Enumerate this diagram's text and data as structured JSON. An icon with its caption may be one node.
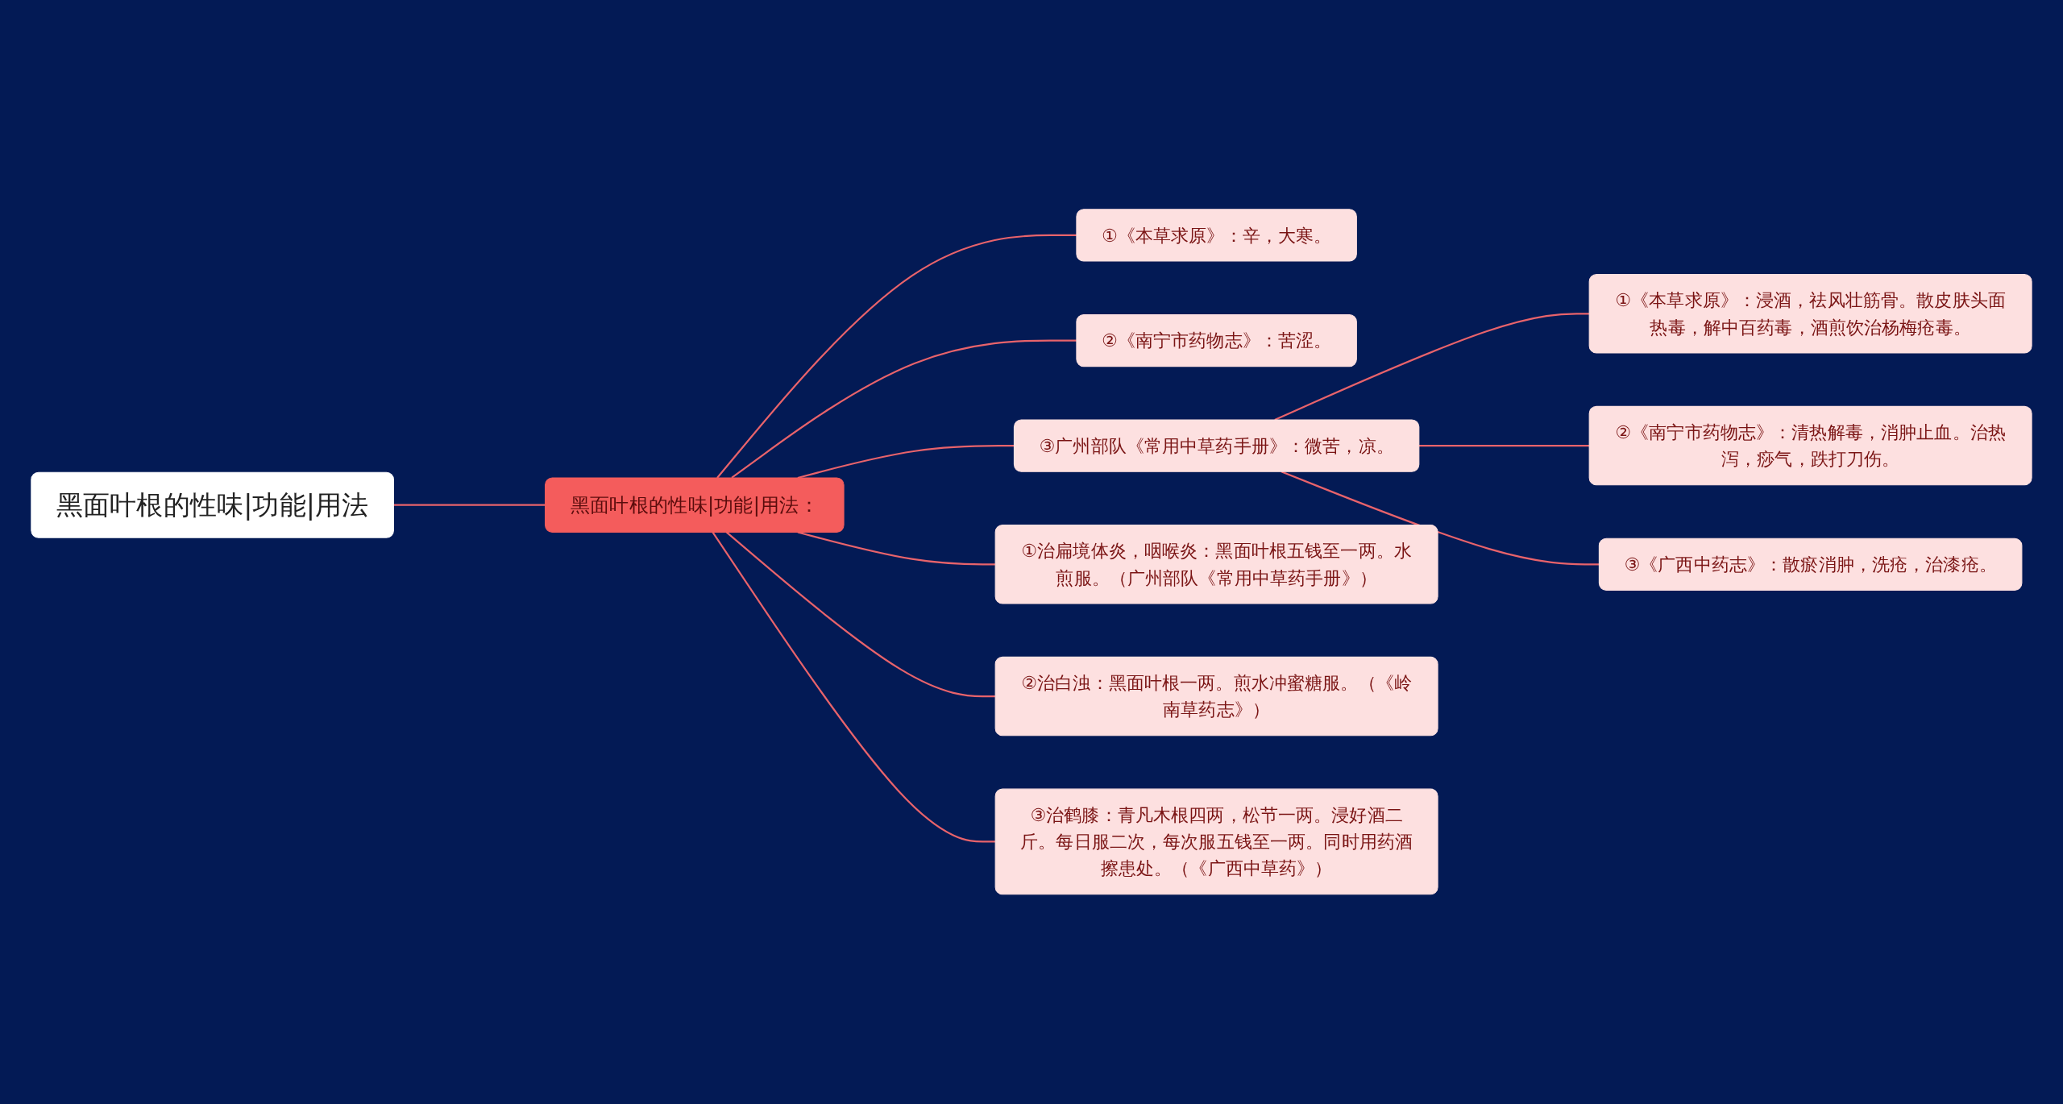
{
  "diagram": {
    "nodes": [
      {
        "text": [
          "黑面叶根的性味|功能|用法"
        ]
      },
      {
        "text": [
          "黑面叶根的性味|功能|用法："
        ]
      },
      {
        "text": [
          "①《本草求原》：辛，大寒。"
        ]
      },
      {
        "text": [
          "②《南宁市药物志》：苦涩。"
        ]
      },
      {
        "text": [
          "③广州部队《常用中草药手册》：微苦，凉。"
        ]
      },
      {
        "text": [
          "①《本草求原》：浸酒，祛风壮筋骨。散皮肤头面热毒，解中百药毒，酒煎饮治杨梅疮毒。"
        ]
      },
      {
        "text": [
          "②《南宁市药物志》：清热解毒，消肿止血。治热泻，痧气，跌打刀伤。"
        ]
      },
      {
        "text": [
          "③《广西中药志》：散瘀消肿，洗疮，治漆疮。"
        ]
      },
      {
        "text": [
          "①治扁境体炎，咽喉炎：黑面叶根五钱至一两。水煎服。（广州部队《常用中草药手册》）"
        ]
      },
      {
        "text": [
          "②治白浊：黑面叶根一两。煎水冲蜜糖服。（《岭南草药志》）"
        ]
      },
      {
        "text": [
          "③治鹤膝：青凡木根四两，松节一两。浸好酒二斤。每日服二次，每次服五钱至一两。同时用药酒擦患处。（《广西中草药》）"
        ]
      }
    ],
    "edges": [
      {
        "from": 0,
        "to": 1,
        "arrow": "none"
      },
      {
        "from": 1,
        "to": 2,
        "arrow": "none"
      },
      {
        "from": 1,
        "to": 3,
        "arrow": "none"
      },
      {
        "from": 1,
        "to": 4,
        "arrow": "none"
      },
      {
        "from": 4,
        "to": 5,
        "arrow": "none"
      },
      {
        "from": 4,
        "to": 6,
        "arrow": "none"
      },
      {
        "from": 4,
        "to": 7,
        "arrow": "none"
      },
      {
        "from": 1,
        "to": 8,
        "arrow": "none"
      },
      {
        "from": 1,
        "to": 9,
        "arrow": "none"
      },
      {
        "from": 1,
        "to": 10,
        "arrow": "none"
      }
    ]
  }
}
